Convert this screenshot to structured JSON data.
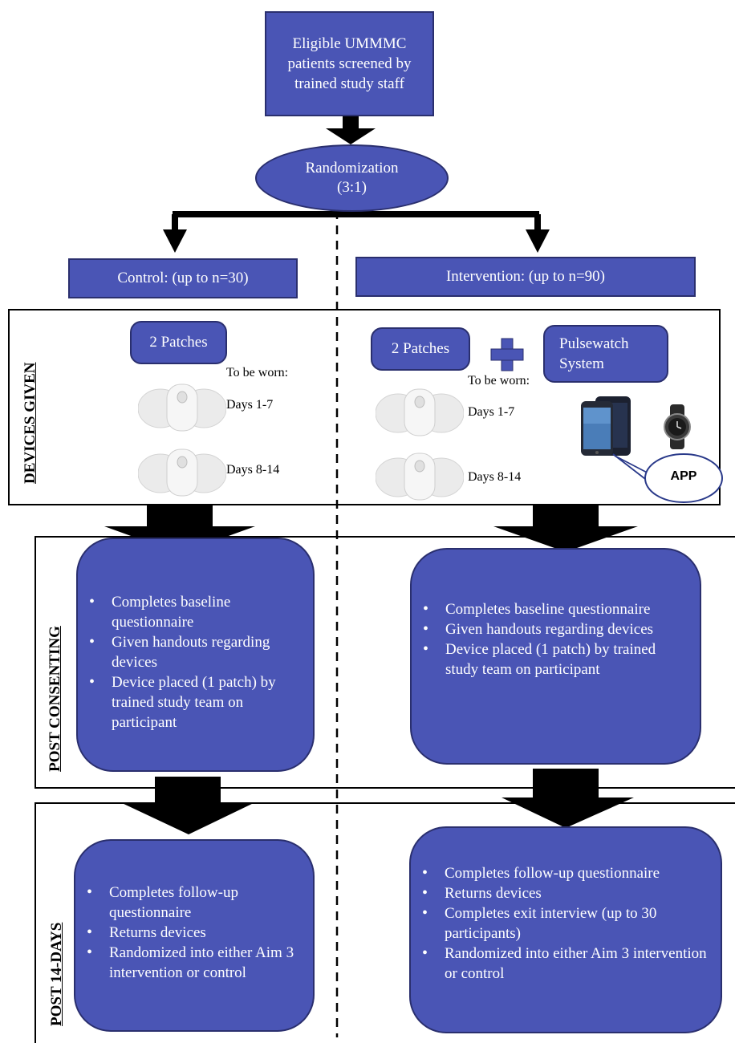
{
  "top_box": "Eligible UMMMC patients screened by trained study staff",
  "randomization": {
    "line1": "Randomization",
    "line2": "(3:1)"
  },
  "control_header": "Control: (up to n=30)",
  "intervention_header": "Intervention: (up to n=90)",
  "devices_given": {
    "section_label": "DEVICES GIVEN",
    "control": {
      "patches_label": "2 Patches",
      "worn_label": "To be worn:",
      "days1": "Days 1-7",
      "days2": "Days 8-14"
    },
    "intervention": {
      "patches_label": "2 Patches",
      "worn_label": "To be worn:",
      "days1": "Days 1-7",
      "days2": "Days 8-14",
      "pulsewatch_label": "Pulsewatch System",
      "app_label": "APP"
    }
  },
  "post_consenting": {
    "section_label": "POST CONSENTING",
    "control_items": [
      "Completes baseline questionnaire",
      "Given handouts regarding devices",
      "Device placed (1 patch) by trained study team on participant"
    ],
    "intervention_items": [
      "Completes baseline questionnaire",
      "Given handouts regarding devices",
      "Device placed (1 patch) by trained study team on participant"
    ]
  },
  "post_14_days": {
    "section_label": "POST 14-DAYS",
    "control_items": [
      "Completes follow-up questionnaire",
      "Returns devices",
      "Randomized into either Aim 3 intervention or control"
    ],
    "intervention_items": [
      "Completes follow-up questionnaire",
      "Returns devices",
      "Completes exit interview (up to 30 participants)",
      "Randomized into either Aim 3 intervention or control"
    ]
  },
  "colors": {
    "box_fill": "#4a55b5",
    "arrow": "#000000"
  }
}
